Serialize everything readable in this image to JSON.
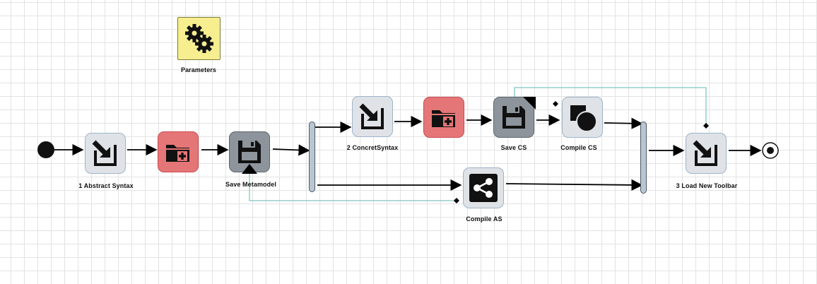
{
  "diagram": {
    "parameters_label": "Parameters",
    "nodes": {
      "abstract_syntax": "1 Abstract Syntax",
      "save_metamodel": "Save Metamodel",
      "concret_syntax": "2 ConcretSyntax",
      "save_cs": "Save CS",
      "compile_cs": "Compile CS",
      "compile_as": "Compile AS",
      "load_toolbar": "3 Load New Toolbar"
    },
    "icons": {
      "parameters": "gears-icon",
      "import": "import-arrow-icon",
      "new_folder": "folder-plus-icon",
      "save": "floppy-disk-icon",
      "compile_cs": "shapes-icon",
      "compile_as": "share-nodes-icon"
    },
    "colors": {
      "task_fill": "#dfe3e7",
      "create_fill": "#e57678",
      "save_fill": "#8d949c",
      "param_fill": "#f6ee8f",
      "data_edge": "#7fc5c2",
      "flow_edge": "#000000"
    }
  }
}
